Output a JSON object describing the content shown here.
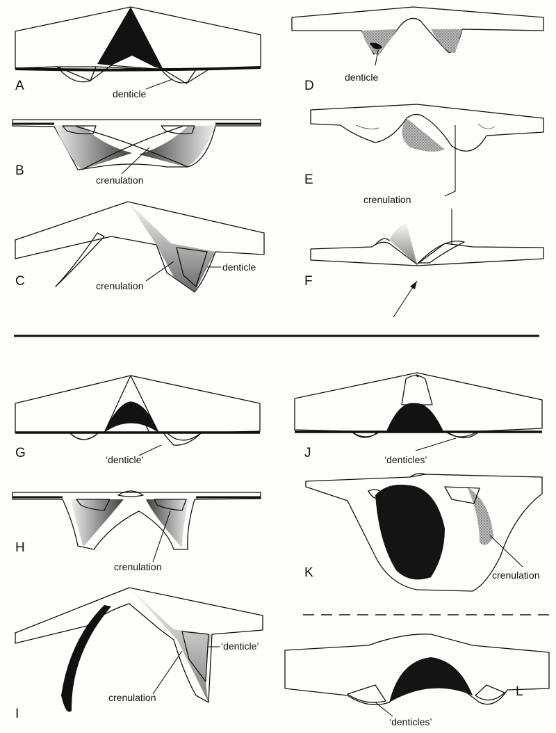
{
  "figure": {
    "panels": [
      {
        "letter": "A",
        "labels": [
          "denticle"
        ]
      },
      {
        "letter": "B",
        "labels": [
          "crenulation"
        ]
      },
      {
        "letter": "C",
        "labels": [
          "crenulation",
          "denticle"
        ]
      },
      {
        "letter": "D",
        "labels": [
          "denticle"
        ]
      },
      {
        "letter": "E",
        "labels": [
          "crenulation"
        ]
      },
      {
        "letter": "F",
        "labels": []
      },
      {
        "letter": "G",
        "labels": [
          "‘denticle’"
        ]
      },
      {
        "letter": "H",
        "labels": [
          "crenulation"
        ]
      },
      {
        "letter": "I",
        "labels": [
          "crenulation",
          "‘denticle’"
        ]
      },
      {
        "letter": "J",
        "labels": [
          "‘denticles’"
        ]
      },
      {
        "letter": "K",
        "labels": [
          "crenulation"
        ]
      },
      {
        "letter": "L",
        "labels": [
          "‘denticles’"
        ]
      }
    ]
  },
  "colors": {
    "ink": "#111111",
    "paper": "#fdfdfc",
    "stipple": "#8a8a8a",
    "shade": "#2a2a2a"
  }
}
